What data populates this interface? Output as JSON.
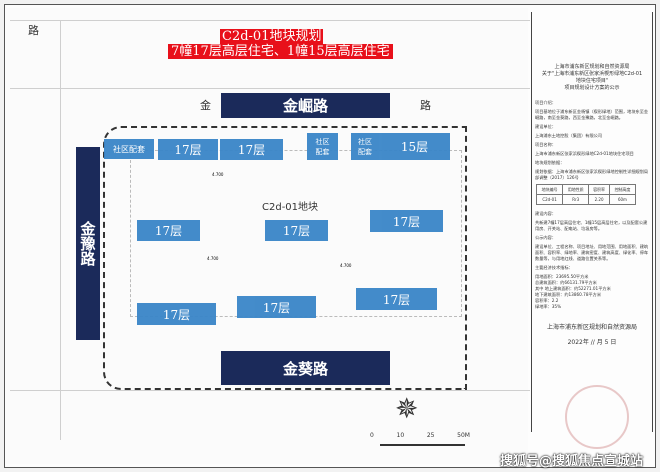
{
  "title": {
    "line1": "C2d-01地块规划",
    "line2": "7幢17层高层住宅、1幢15层高层住宅"
  },
  "roads": {
    "north": "金崛路",
    "west": "金豫路",
    "south": "金葵路",
    "north_partial_left": "金",
    "north_partial_right": "路",
    "top_left": "路"
  },
  "parcel_label": "C2d-01地块",
  "buildings": [
    {
      "label": "社区配套"
    },
    {
      "label": "17层"
    },
    {
      "label": "17层"
    },
    {
      "label": "社区\n配套"
    },
    {
      "label": "社区\n配套"
    },
    {
      "label": "15层"
    },
    {
      "label": "17层"
    },
    {
      "label": "17层"
    },
    {
      "label": "17层"
    },
    {
      "label": "17层"
    },
    {
      "label": "17层"
    },
    {
      "label": "17层"
    }
  ],
  "elevations": [
    "4.700",
    "4.700",
    "4.700"
  ],
  "scale": {
    "ticks": [
      "0",
      "10",
      "25",
      "50M"
    ]
  },
  "panel": {
    "authority": "上海市浦东新区规划和自然资源局",
    "heading1": "关于\"上海市浦东新区张家浜楔形绿地C2d-01",
    "heading2": "地块住宅项目\"",
    "heading3": "项目规划设计方案的公示",
    "intro_label": "项目介绍：",
    "intro": "项目基地位于浦东新区金杨镇（楔形绿地）范围，地块东至金崛路，南至金葵路，西至金豫路，北至金崛路。",
    "builder_label": "建设单位：",
    "builder": "上海浦东土地控股（集团）有限公司",
    "project_label": "项目名称：",
    "project": "上海市浦东新区张家浜楔形绿地C2d-01地块住宅项目",
    "basis_label": "地块规划依据：",
    "basis": "规划依据：上海市浦东新区张家浜楔形绿地控制性详细规划局部调整（2017）126号",
    "table_headers": [
      "地块编号",
      "用地性质",
      "容积率",
      "控制高度"
    ],
    "table_row": [
      "C2d-01",
      "Rr3",
      "2.20",
      "60m"
    ],
    "content_label": "建设内容：",
    "content": "共新建7幢17层高层住宅、1幢15层高层住宅，以及配套公建用房、开关站、配电站、垃圾房等。",
    "public_label": "公示内容：",
    "public": "建设单位、工程名称、项目地址、用地范围、用地面积、建筑面积、容积率、绿地率、建筑密度、建筑高度、绿化率、停车数量等，与用地红线、道路位置关系等。",
    "indicators_label": "主要经济技术指标：",
    "indicators": [
      "用地面积：23695.50平方米",
      "总建筑面积：约66131.79平方米",
      "其中 地上建筑面积：约52271.01平方米",
      "地下建筑面积：约13860.78平方米",
      "容积率：2.2",
      "绿地率：35%"
    ],
    "sign": "上海市浦东新区规划和自然资源局",
    "date": "2022年 // 月 5 日"
  },
  "watermark": "搜狐号@搜狐焦点宣城站",
  "colors": {
    "building": "#3a86c8",
    "road_banner": "#1b2a5a",
    "title_bg": "#e8101a"
  }
}
